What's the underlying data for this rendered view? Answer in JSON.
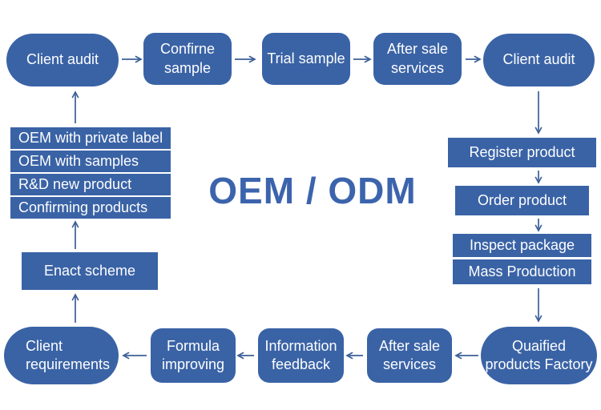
{
  "title": "OEM / ODM",
  "colors": {
    "node_fill": "#3a63a6",
    "node_text": "#fdfdfd",
    "title_text": "#3c64ad",
    "arrow": "#3c5f98"
  },
  "nodes": {
    "client_audit_top": "Client audit",
    "confirne_sample": "Confirne sample",
    "trial_sample": "Trial sample",
    "after_sale_services_top": "After sale services",
    "client_audit_right": "Client audit",
    "register_product": "Register product",
    "order_product": "Order product",
    "inspect_package": "Inspect package",
    "mass_production": "Mass Production",
    "qualified_products_factory": "Quaified products Factory",
    "after_sale_services_bottom": "After sale services",
    "information_feedback": "Information feedback",
    "formula_improving": "Formula improving",
    "client_requirements": "Client requirements",
    "enact_scheme": "Enact scheme",
    "oem_private_label": "OEM with private label",
    "oem_with_samples": "OEM with samples",
    "rd_new_product": "R&D new product",
    "confirming_products": "Confirming products"
  }
}
